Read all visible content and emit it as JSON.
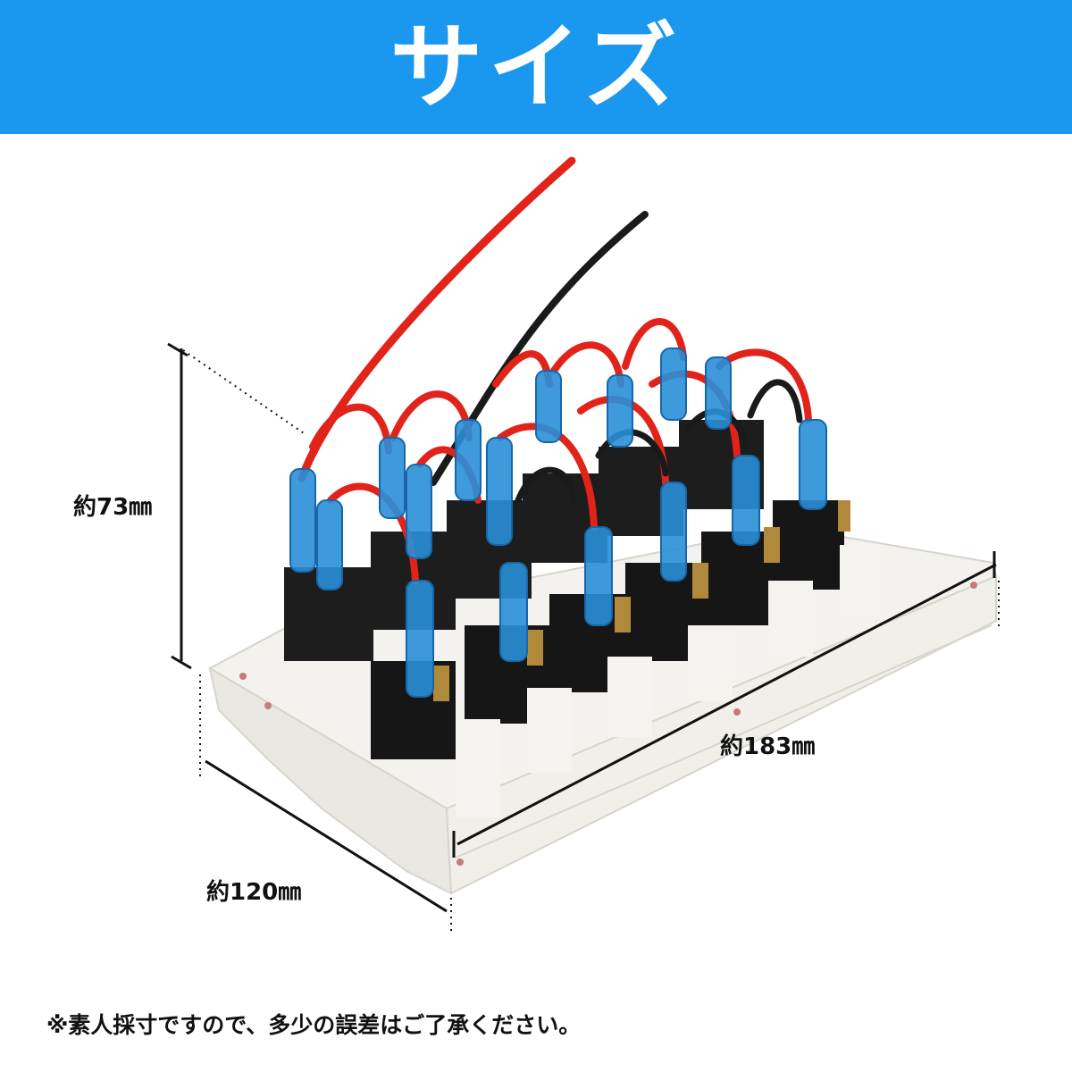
{
  "banner": {
    "title": "サイズ",
    "background_color": "#1a97ee",
    "text_color": "#ffffff"
  },
  "dimensions": {
    "height_label": "約73㎜",
    "depth_label": "約120㎜",
    "width_label": "約183㎜"
  },
  "product": {
    "switch_count": 12,
    "wire_colors": [
      "#e2231a",
      "#1a1a1a"
    ],
    "terminal_color": "#2a8fd8"
  },
  "footnote": "※素人採寸ですので、多少の誤差はご了承ください。"
}
